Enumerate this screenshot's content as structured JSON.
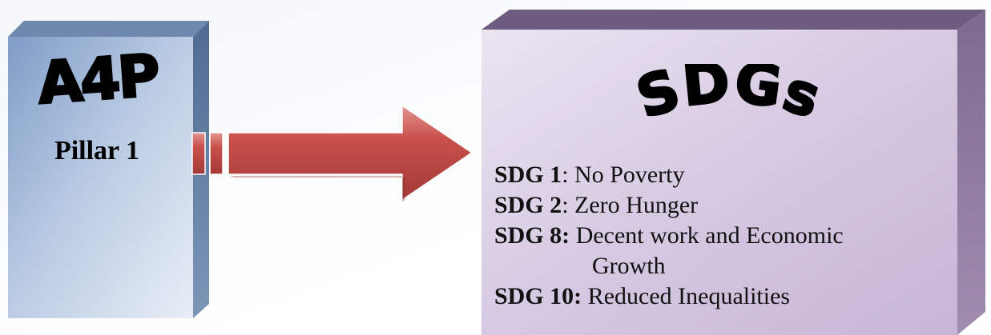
{
  "left_box": {
    "title": "A4P",
    "subtitle": "Pillar 1"
  },
  "right_box": {
    "title": "SDGs",
    "items": [
      {
        "code": "SDG 1",
        "sep": ": ",
        "desc": "No Poverty"
      },
      {
        "code": "SDG 2",
        "sep": ": ",
        "desc": "Zero Hunger"
      },
      {
        "code": "SDG 8:",
        "sep": " ",
        "desc": "Decent work and Economic",
        "desc_cont": "Growth"
      },
      {
        "code": "SDG 10:",
        "sep": " ",
        "desc": "Reduced Inequalities"
      }
    ]
  },
  "colors": {
    "left_box_front": "#a9bedb",
    "left_box_side": "#5f7b9f",
    "right_box_front": "#d9cde6",
    "right_box_side": "#8e7a9e",
    "arrow": "#c0504d"
  }
}
